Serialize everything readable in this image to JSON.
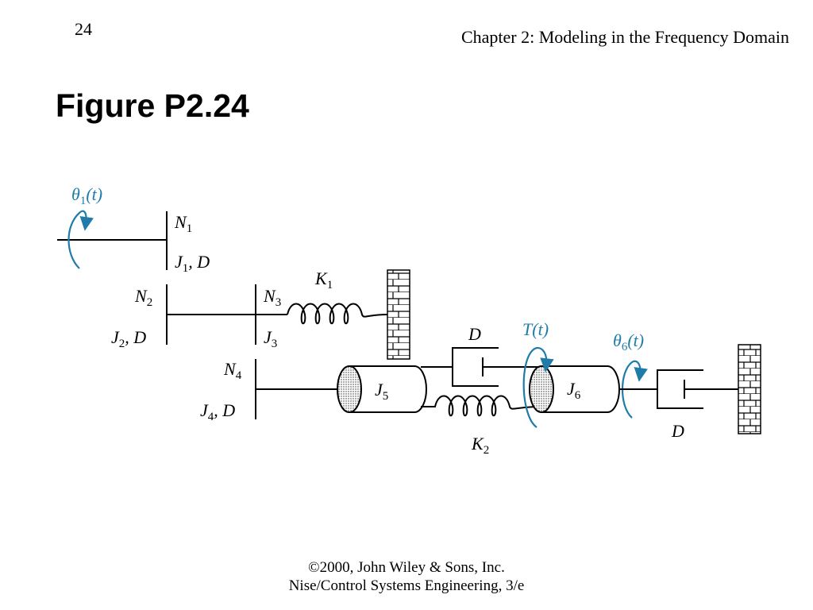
{
  "header": {
    "page_number": "24",
    "chapter": "Chapter 2: Modeling in the Frequency Domain"
  },
  "title": "Figure P2.24",
  "diagram": {
    "labels": {
      "theta1": {
        "main": "θ",
        "sub": "1",
        "tail": "(t)"
      },
      "n1": {
        "main": "N",
        "sub": "1"
      },
      "j1d": {
        "main": "J",
        "sub": "1",
        "tail": ", D"
      },
      "n2": {
        "main": "N",
        "sub": "2"
      },
      "j2d": {
        "main": "J",
        "sub": "2",
        "tail": ", D"
      },
      "n3": {
        "main": "N",
        "sub": "3"
      },
      "j3": {
        "main": "J",
        "sub": "3"
      },
      "k1": {
        "main": "K",
        "sub": "1"
      },
      "d_top": {
        "main": "D"
      },
      "torque": {
        "main": "T",
        "tail": "(t)"
      },
      "theta6": {
        "main": "θ",
        "sub": "6",
        "tail": "(t)"
      },
      "n4": {
        "main": "N",
        "sub": "4"
      },
      "j4d": {
        "main": "J",
        "sub": "4",
        "tail": ", D"
      },
      "j5": {
        "main": "J",
        "sub": "5"
      },
      "j6": {
        "main": "J",
        "sub": "6"
      },
      "k2": {
        "main": "K",
        "sub": "2"
      },
      "d_right": {
        "main": "D"
      }
    },
    "colors": {
      "lines": "#000000",
      "arrows": "#1f7ca8"
    }
  },
  "footer": {
    "line1": "©2000, John Wiley & Sons, Inc.",
    "line2": "Nise/Control Systems Engineering, 3/e"
  }
}
